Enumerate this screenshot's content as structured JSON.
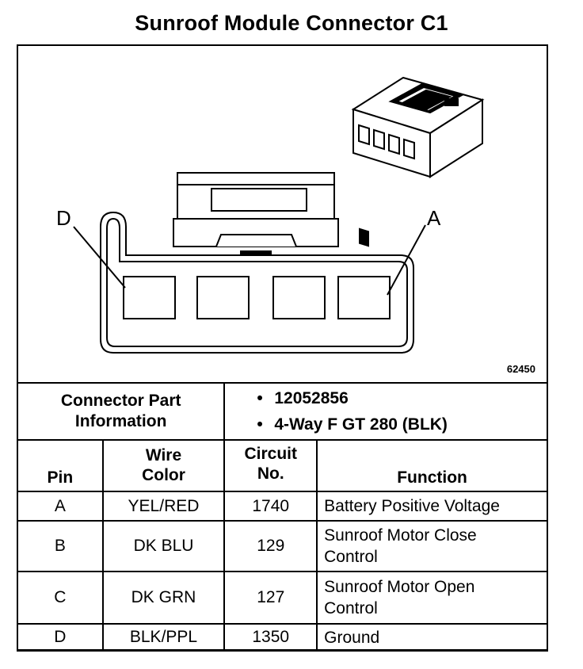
{
  "title": "Sunroof Module Connector C1",
  "diagram": {
    "label_left": "D",
    "label_right": "A",
    "ref_number": "62450"
  },
  "connector_info": {
    "label_line1": "Connector Part",
    "label_line2": "Information",
    "items": [
      "12052856",
      "4-Way F GT 280 (BLK)"
    ]
  },
  "table": {
    "headers": {
      "pin": "Pin",
      "wire_color_1": "Wire",
      "wire_color_2": "Color",
      "circuit_1": "Circuit",
      "circuit_2": "No.",
      "function": "Function"
    },
    "rows": [
      {
        "pin": "A",
        "wire": "YEL/RED",
        "circuit": "1740",
        "function_1": "Battery Positive Voltage",
        "function_2": ""
      },
      {
        "pin": "B",
        "wire": "DK BLU",
        "circuit": "129",
        "function_1": "Sunroof Motor Close",
        "function_2": "Control"
      },
      {
        "pin": "C",
        "wire": "DK GRN",
        "circuit": "127",
        "function_1": "Sunroof Motor Open",
        "function_2": "Control"
      },
      {
        "pin": "D",
        "wire": "BLK/PPL",
        "circuit": "1350",
        "function_1": "Ground",
        "function_2": ""
      }
    ]
  }
}
